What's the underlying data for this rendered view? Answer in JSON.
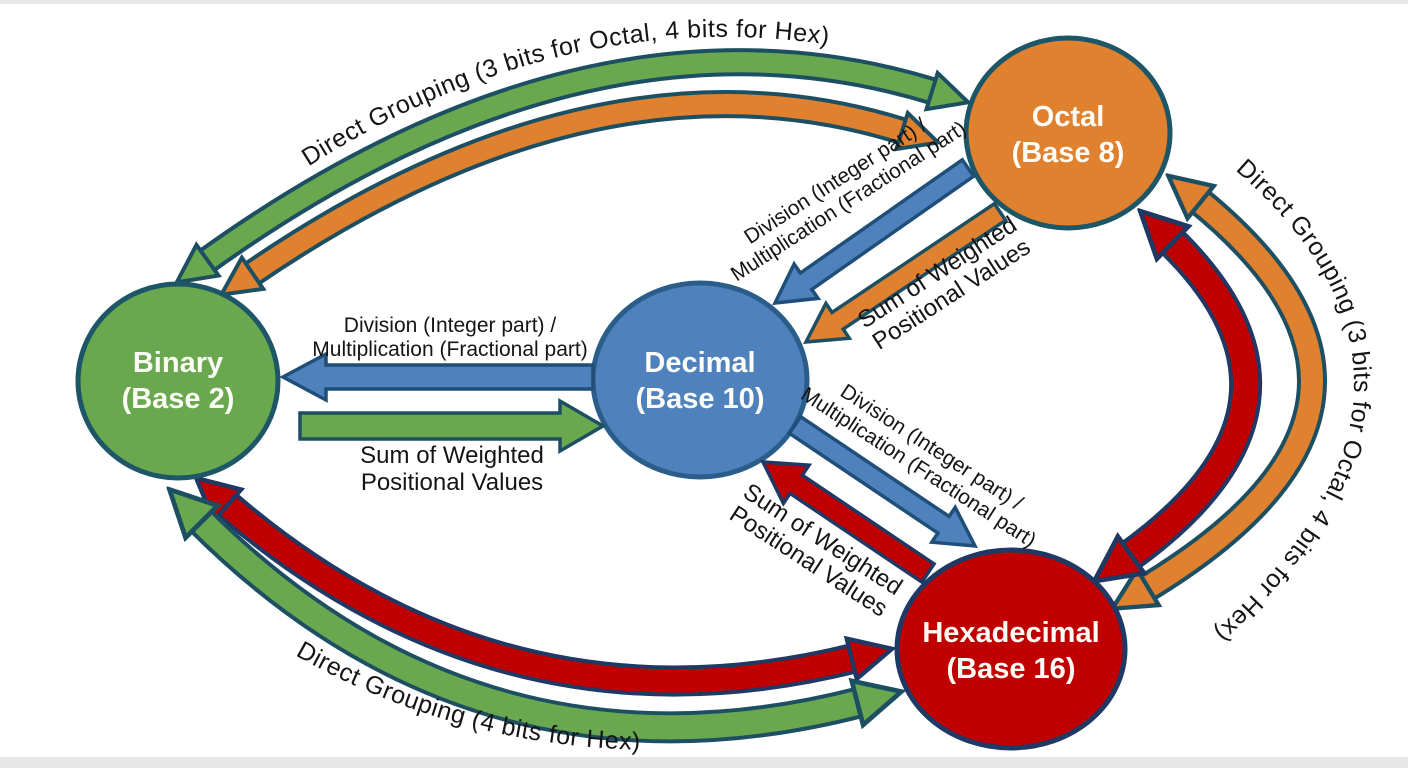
{
  "nodes": {
    "binary": {
      "label": "Binary",
      "base": "(Base 2)",
      "fill": "#6aa84f",
      "border": "#1d5666"
    },
    "decimal": {
      "label": "Decimal",
      "base": "(Base 10)",
      "fill": "#4f81bd",
      "border": "#2a5d8a"
    },
    "octal": {
      "label": "Octal",
      "base": "(Base 8)",
      "fill": "#e0812f",
      "border": "#1d5666"
    },
    "hexadecimal": {
      "label": "Hexadecimal",
      "base": "(Base 16)",
      "fill": "#c00000",
      "border": "#203864"
    }
  },
  "labels": {
    "division": "Division (Integer part) /",
    "multiplication": "Multiplication (Fractional part)",
    "sum_line1": "Sum of Weighted",
    "sum_line2": "Positional Values",
    "grouping_octal_hex": "Direct Grouping (3 bits for Octal, 4 bits for Hex)",
    "grouping_hex": "Direct Grouping (4 bits for Hex)"
  },
  "colors": {
    "green": "#6aa84f",
    "orange": "#e0812f",
    "blue": "#4f81bd",
    "red": "#c00000",
    "outline_teal": "#1d4f63",
    "outline_navy": "#1f3864",
    "text": "#151515",
    "background": "#ffffff"
  }
}
